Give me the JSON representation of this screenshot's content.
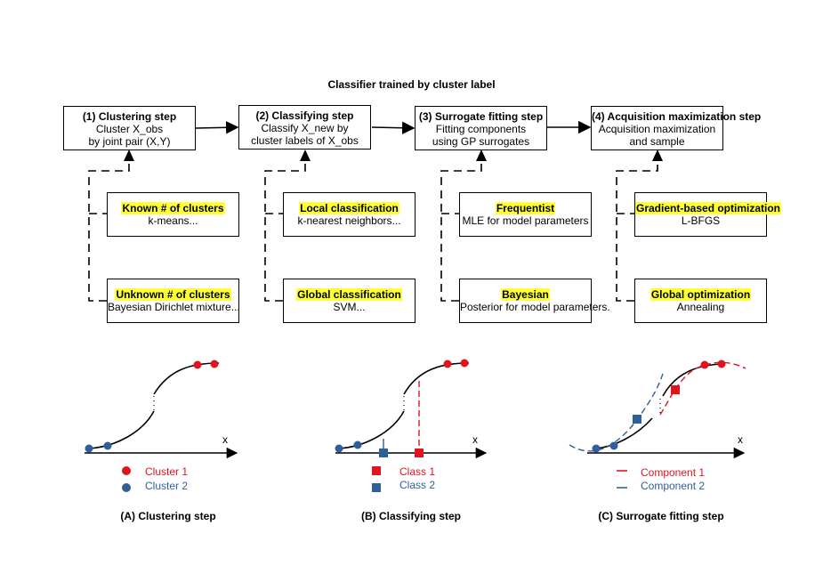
{
  "title": "Classifier trained by cluster label",
  "steps": [
    {
      "heading": "(1) Clustering step",
      "line1": "Cluster X_obs",
      "line2": "by joint pair (X,Y)"
    },
    {
      "heading": "(2) Classifying step",
      "line1": "Classify X_new by",
      "line2": "cluster labels of X_obs"
    },
    {
      "heading": "(3) Surrogate fitting step",
      "line1": "Fitting components",
      "line2": "using GP surrogates"
    },
    {
      "heading": "(4) Acquisition maximization step",
      "line1": "Acquisition maximization",
      "line2": "and sample"
    }
  ],
  "options": [
    {
      "heading": "Known # of clusters",
      "text": "k-means..."
    },
    {
      "heading": "Unknown # of clusters",
      "text": "Bayesian Dirichlet mixture..."
    },
    {
      "heading": "Local classification",
      "text": "k-nearest neighbors..."
    },
    {
      "heading": "Global classification",
      "text": "SVM..."
    },
    {
      "heading": "Frequentist",
      "text": "MLE for model parameters"
    },
    {
      "heading": "Bayesian",
      "text": "Posterior for model parameters."
    },
    {
      "heading": "Gradient-based optimization",
      "text": "L-BFGS"
    },
    {
      "heading": "Global optimization",
      "text": "Annealing"
    }
  ],
  "panels": [
    {
      "caption": "(A) Clustering step",
      "axis": "x",
      "legend": [
        "Cluster 1",
        "Cluster 2"
      ]
    },
    {
      "caption": "(B) Classifying step",
      "axis": "x",
      "legend": [
        "Class 1",
        "Class 2"
      ]
    },
    {
      "caption": "(C) Surrogate fitting step",
      "axis": "x",
      "legend": [
        "Component 1",
        "Component 2"
      ]
    }
  ],
  "colors": {
    "highlight": "#ffff33",
    "series_red": "#e0141e",
    "series_blue": "#2e5f9a"
  }
}
